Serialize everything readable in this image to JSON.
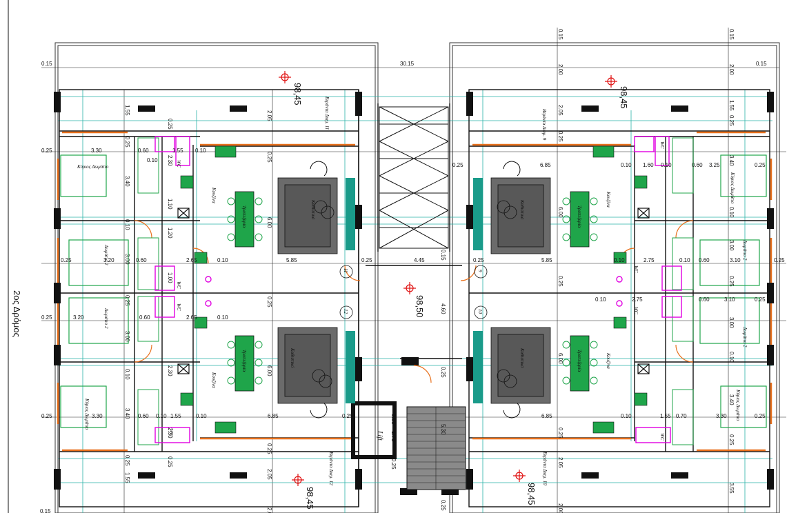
{
  "street_label": "2ος Δρόμος",
  "colors": {
    "wall": "#111111",
    "grid": "#29b3a8",
    "door": "#e8701c",
    "furniture": "#1fa54a",
    "sanitary": "#e000e0",
    "marker": "#e01010",
    "sofa": "#6b6b6b"
  },
  "elevations": {
    "top_left": "98,45",
    "top_right": "98,45",
    "center": "98,50",
    "bottom_left": "98,45",
    "bottom_right": "98,45"
  },
  "apartment_numbers": [
    "11",
    "9",
    "12",
    "10"
  ],
  "lift_label": "Lift",
  "room_labels": {
    "bedroom_master": "Κύριος Δωμάτιο",
    "bedroom_2": "Δωμάτιο 2",
    "kitchen": "Κουζίνα",
    "dining": "Τραπεζαρία",
    "living": "Καθιστικό",
    "wc": "WC",
    "veranda_11": "Βεράντα Διαμ. 11",
    "veranda_9": "Βεράντα Διαμ. 9",
    "veranda_12": "Βεράντα Διαμ. 12",
    "veranda_10": "Βεράντα Διαμ. 10"
  },
  "dims": {
    "d3015": "30.15",
    "d015": "0.15",
    "d025": "0.25",
    "d200": "2.00",
    "d155": "1.55",
    "d205": "2.05",
    "d330": "3.30",
    "d060": "0.60",
    "d010": "0.10",
    "d340": "3.40",
    "d685": "6.85",
    "d160": "1.60",
    "d325": "3.25",
    "d600": "6.00",
    "d585": "5.85",
    "d445": "4.45",
    "d320": "3.20",
    "d300": "3.00",
    "d265": "2.65",
    "d275": "2.75",
    "d310": "3.10",
    "d460": "4.60",
    "d175": "1.75",
    "d530": "5.30",
    "d355": "3.55",
    "d120": "1.20",
    "d230": "2.30",
    "d110": "1.10",
    "d100": "1.00",
    "d070": "0.70"
  }
}
